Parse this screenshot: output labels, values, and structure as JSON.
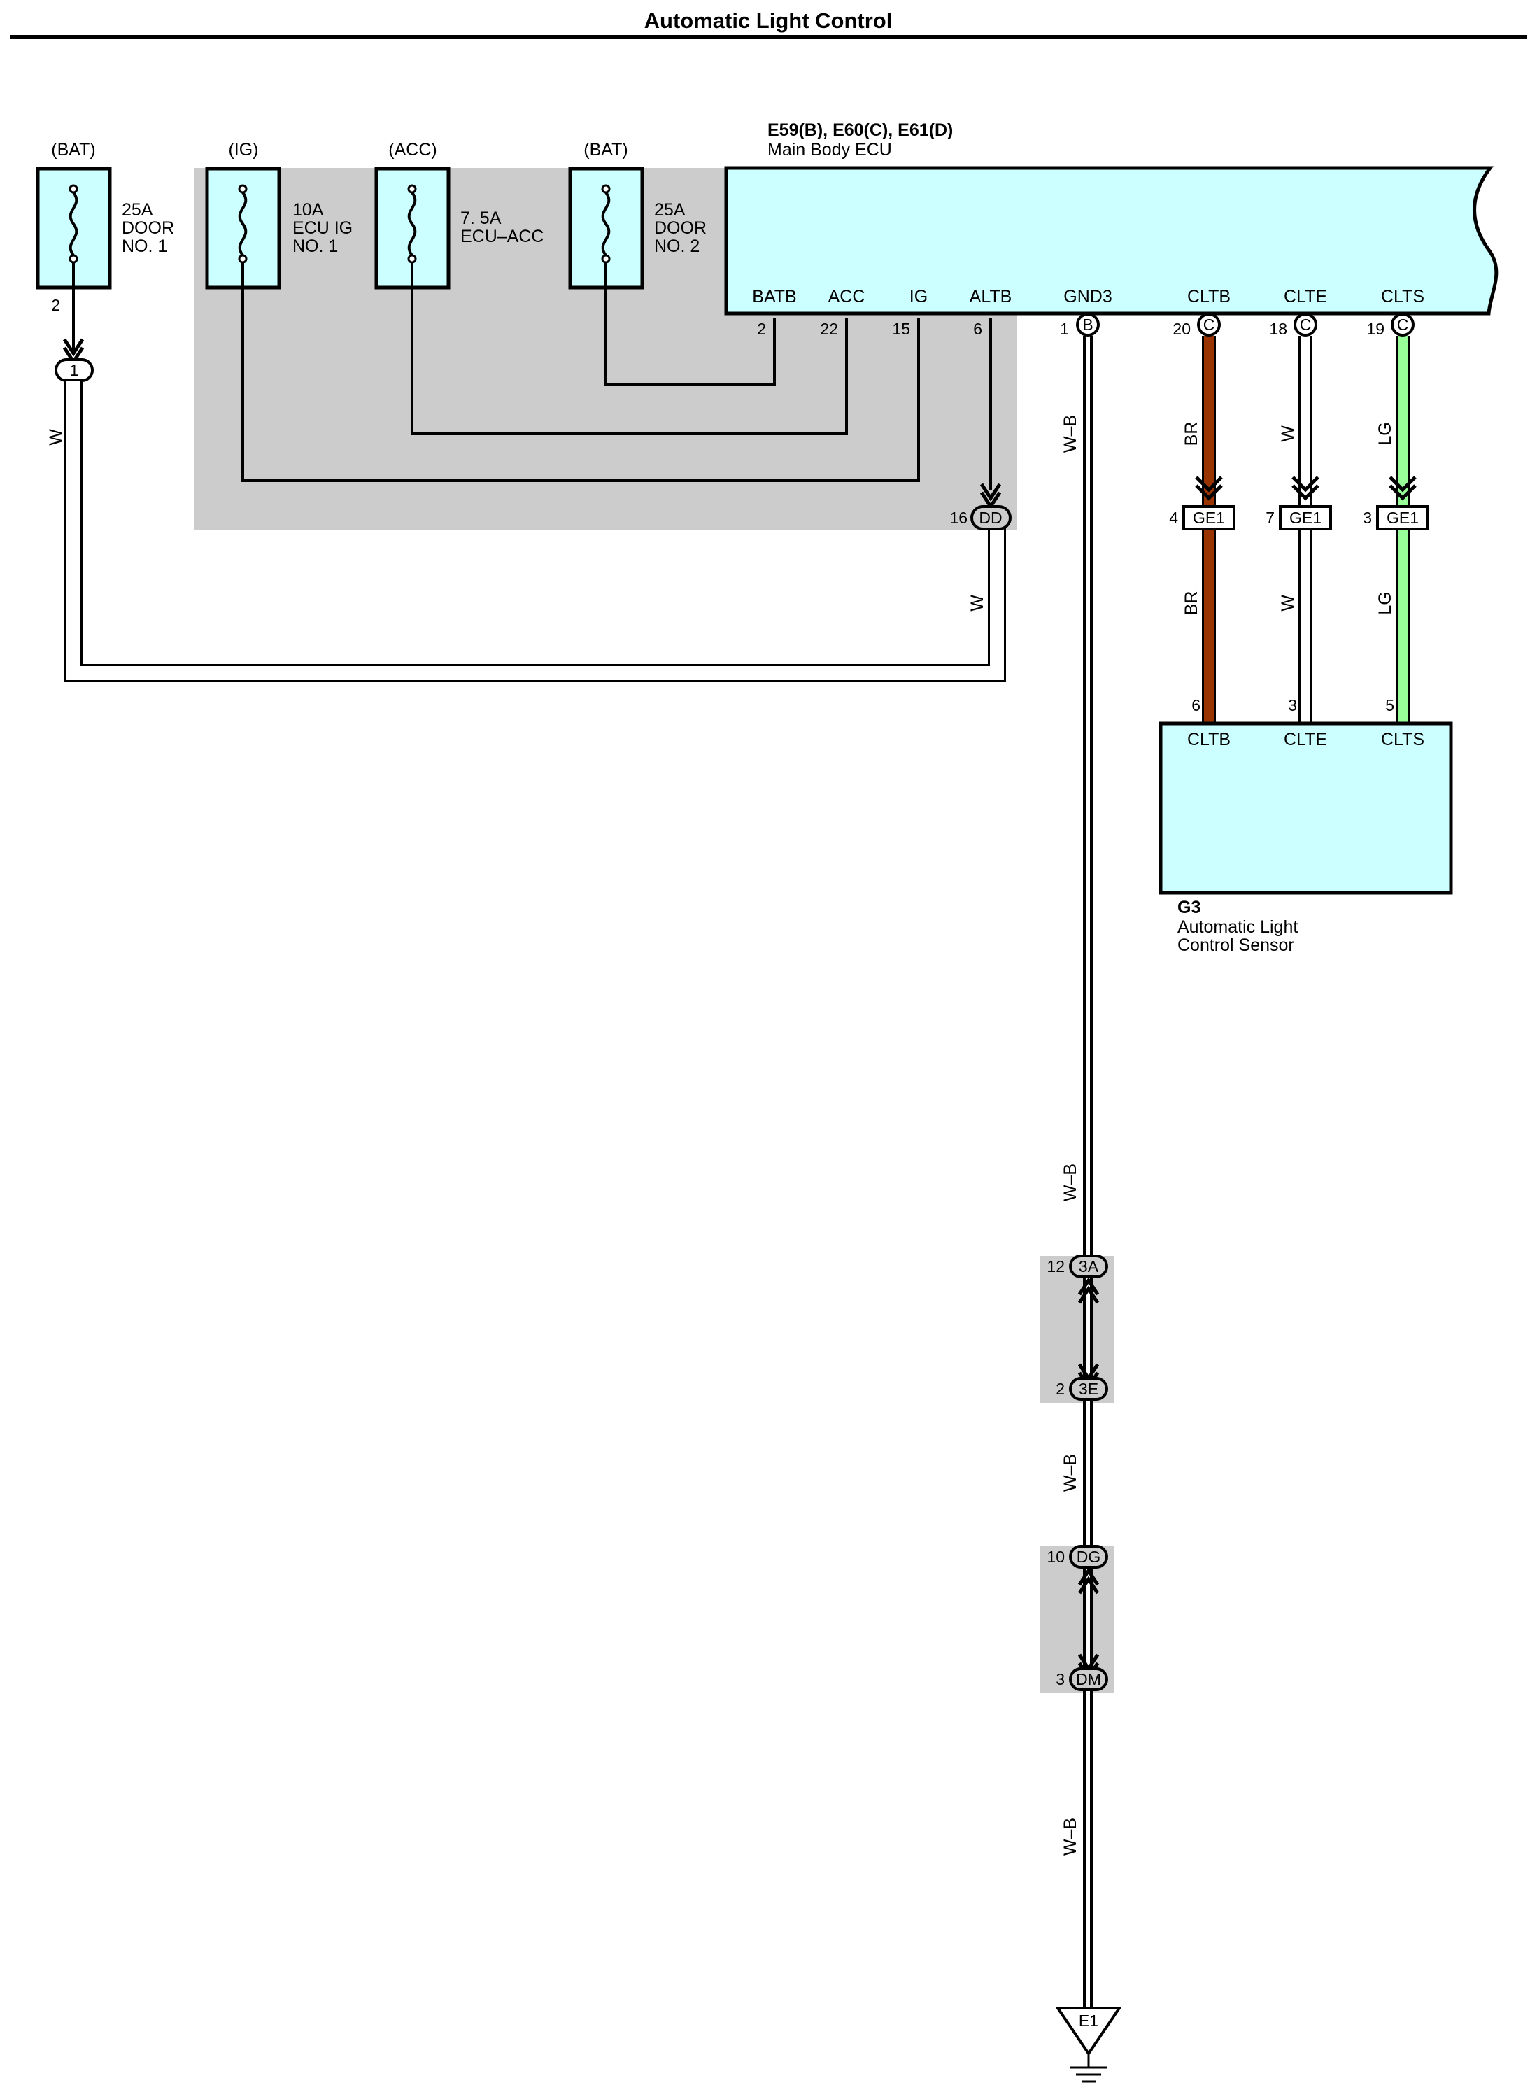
{
  "title": "Automatic Light Control",
  "fuses": [
    {
      "source": "(BAT)",
      "l1": "25A",
      "l2": "DOOR",
      "l3": "NO. 1"
    },
    {
      "source": "(IG)",
      "l1": "10A",
      "l2": "ECU IG",
      "l3": "NO. 1"
    },
    {
      "source": "(ACC)",
      "l1": "7. 5A",
      "l2": "ECU–ACC",
      "l3": ""
    },
    {
      "source": "(BAT)",
      "l1": "25A",
      "l2": "DOOR",
      "l3": "NO. 2"
    }
  ],
  "fuse1_pin": "2",
  "ecu": {
    "code": "E59(B), E60(C), E61(D)",
    "name": "Main Body ECU",
    "terminals": [
      "BATB",
      "ACC",
      "IG",
      "ALTB",
      "GND3",
      "CLTB",
      "CLTE",
      "CLTS"
    ],
    "pins": [
      "2",
      "22",
      "15",
      "6",
      "1",
      "20",
      "18",
      "19"
    ],
    "conn_gnd": "B",
    "conn_c": "C"
  },
  "sensor": {
    "code": "G3",
    "name1": "Automatic Light",
    "name2": "Control Sensor",
    "terminals": [
      "CLTB",
      "CLTE",
      "CLTS"
    ],
    "pins": [
      "6",
      "3",
      "5"
    ]
  },
  "junctions": {
    "j1": "1",
    "dd_pin": "16",
    "dd": "DD",
    "ge1_pins": [
      "4",
      "7",
      "3"
    ],
    "ge1": "GE1",
    "a3_pin": "12",
    "a3": "3A",
    "e3_pin": "2",
    "e3": "3E",
    "dg_pin": "10",
    "dg": "DG",
    "dm_pin": "3",
    "dm": "DM",
    "ground": "E1"
  },
  "wires": {
    "w": "W",
    "wb": "W–B",
    "br": "BR",
    "lg": "LG"
  },
  "colors": {
    "component_fill": "#ccffff",
    "shade": "#cccccc",
    "br": "#993300",
    "lg": "#99ff99",
    "w": "#ffffff",
    "line": "#000000"
  }
}
